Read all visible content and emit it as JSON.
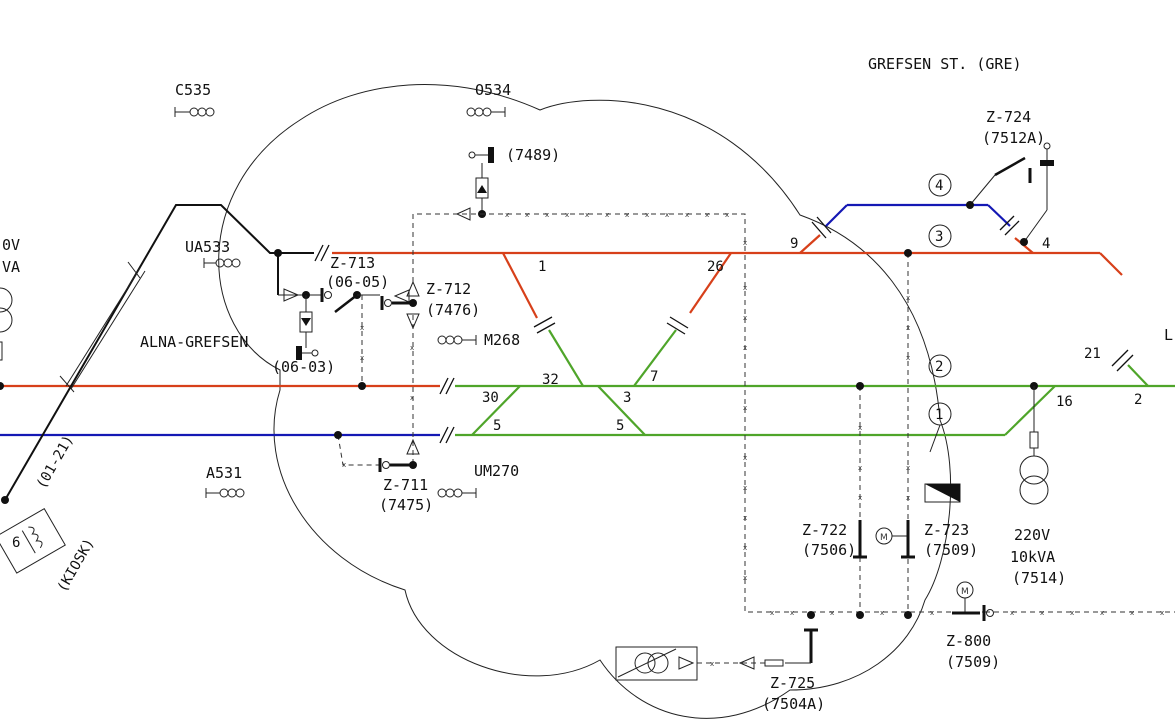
{
  "station_title": "GREFSEN ST. (GRE)",
  "line_name": "ALNA-GREFSEN",
  "left_edge_labels": [
    "0V",
    "VA"
  ],
  "right_edge_label": "L",
  "masts": {
    "c535": "C535",
    "o534": "O534",
    "ua533": "UA533",
    "m268": "M268",
    "a531": "A531",
    "um270": "UM270"
  },
  "switches": {
    "z724": {
      "name": "Z-724",
      "code": "(7512A)"
    },
    "z713": {
      "name": "Z-713",
      "code": "(06-05)"
    },
    "z712": {
      "name": "Z-712",
      "code": "(7476)"
    },
    "z711": {
      "name": "Z-711",
      "code": "(7475)"
    },
    "z722": {
      "name": "Z-722",
      "code": "(7506)"
    },
    "z723": {
      "name": "Z-723",
      "code": "(7509)"
    },
    "z800": {
      "name": "Z-800",
      "code": "(7509)"
    },
    "z725": {
      "name": "Z-725",
      "code": "(7504A)"
    },
    "sw7489": {
      "code": "(7489)"
    },
    "sw0603": {
      "code": "(06-03)"
    }
  },
  "cable_0121": "(01-21)",
  "kiosk": {
    "number": "6",
    "label": "(KIOSK)"
  },
  "transformer": {
    "voltage": "220V",
    "power": "10kVA",
    "code": "(7514)"
  },
  "motor_symbol": "M",
  "track_circles": [
    "4",
    "3",
    "2",
    "1"
  ],
  "section_numbers": {
    "n1": "1",
    "n26": "26",
    "n9": "9",
    "n4": "4",
    "n30": "30",
    "n32": "32",
    "n3": "3",
    "n7": "7",
    "n5a": "5",
    "n5b": "5",
    "n16": "16",
    "n21": "21",
    "n2": "2"
  }
}
